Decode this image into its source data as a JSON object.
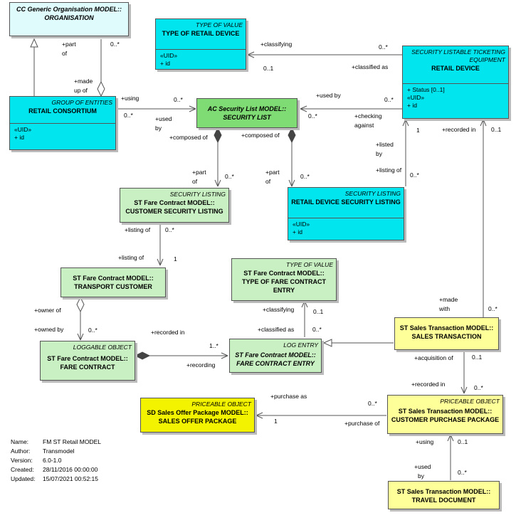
{
  "classes": {
    "organisation": {
      "stereotype": "",
      "name1": "CC Generic Organisation MODEL::",
      "name2": "ORGANISATION",
      "attrs": []
    },
    "retail_consortium": {
      "stereotype": "GROUP OF ENTITIES",
      "name1": "RETAIL CONSORTIUM",
      "name2": "",
      "attrs": [
        "«UID»",
        "+   id"
      ]
    },
    "type_of_retail_device": {
      "stereotype": "TYPE OF VALUE",
      "name1": "TYPE OF RETAIL DEVICE",
      "name2": "",
      "attrs": [
        "«UID»",
        "+   id"
      ]
    },
    "retail_device": {
      "stereotype": "SECURITY LISTABLE TICKETING EQUIPMENT",
      "name1": "RETAIL DEVICE",
      "name2": "",
      "attrs": [
        "+   Status [0..1]",
        "«UID»",
        "+   id"
      ]
    },
    "security_list": {
      "stereotype": "",
      "name1": "AC Security List MODEL::",
      "name2": "SECURITY LIST",
      "attrs": []
    },
    "customer_security_listing": {
      "stereotype": "SECURITY LISTING",
      "name1": "ST Fare Contract MODEL::",
      "name2": "CUSTOMER SECURITY LISTING",
      "attrs": []
    },
    "retail_device_security_listing": {
      "stereotype": "SECURITY LISTING",
      "name1": "RETAIL DEVICE SECURITY LISTING",
      "name2": "",
      "attrs": [
        "«UID»",
        "+   id"
      ]
    },
    "transport_customer": {
      "stereotype": "",
      "name1": "ST Fare Contract MODEL::",
      "name2": "TRANSPORT CUSTOMER",
      "attrs": []
    },
    "type_of_fare_contract_entry": {
      "stereotype": "TYPE OF VALUE",
      "name1": "ST Fare Contract MODEL::",
      "name2": "TYPE OF FARE CONTRACT ENTRY",
      "attrs": []
    },
    "fare_contract": {
      "stereotype": "LOGGABLE OBJECT",
      "name1": "ST Fare Contract MODEL::",
      "name2": "FARE CONTRACT",
      "attrs": []
    },
    "fare_contract_entry": {
      "stereotype": "LOG ENTRY",
      "name1": "ST Fare Contract MODEL::",
      "name2": "FARE CONTRACT ENTRY",
      "attrs": []
    },
    "sales_transaction": {
      "stereotype": "",
      "name1": "ST Sales Transaction MODEL::",
      "name2": "SALES TRANSACTION",
      "attrs": []
    },
    "sales_offer_package": {
      "stereotype": "PRICEABLE OBJECT",
      "name1": "SD Sales Offer Package MODEL::",
      "name2": "SALES OFFER PACKAGE",
      "attrs": []
    },
    "customer_purchase_package": {
      "stereotype": "PRICEABLE OBJECT",
      "name1": "ST Sales Transaction MODEL::",
      "name2": "CUSTOMER PURCHASE PACKAGE",
      "attrs": []
    },
    "travel_document": {
      "stereotype": "",
      "name1": "ST Sales Transaction MODEL::",
      "name2": "TRAVEL DOCUMENT",
      "attrs": []
    }
  },
  "labels": {
    "l01": "+part",
    "l02": "of",
    "l03": "0..*",
    "l04": "+made",
    "l05": "up of",
    "l06": "+classifying",
    "l07": "0..*",
    "l08": "0..1",
    "l09": "+classified as",
    "l10": "+using",
    "l11": "0..*",
    "l12": "0..*",
    "l13": "+used",
    "l14": "by",
    "l15": "+used by",
    "l16": "0..*",
    "l17": "0..*",
    "l18": "+checking",
    "l19": "against",
    "l20": "1",
    "l21": "+recorded in",
    "l22": "0..1",
    "l23": "+composed of",
    "l24": "+composed of",
    "l25": "+listed",
    "l26": "by",
    "l27": "+listing of",
    "l28": "0..*",
    "l29": "+part",
    "l30": "of",
    "l31": "0..*",
    "l32": "+part",
    "l33": "of",
    "l34": "0..*",
    "l35": "+listing of",
    "l36": "0..*",
    "l37": "+listing of",
    "l38": "1",
    "l39": "+classifying",
    "l40": "0..1",
    "l41": "+classified as",
    "l42": "0..*",
    "l43": "+made",
    "l44": "with",
    "l45": "0..*",
    "l46": "+owner of",
    "l47": "+owned by",
    "l48": "0..*",
    "l49": "+recorded in",
    "l50": "1..*",
    "l51": "+recording",
    "l52": "+acquisition of",
    "l53": "0..1",
    "l54": "+recorded in",
    "l55": "0..*",
    "l56": "+purchase as",
    "l57": "0..*",
    "l58": "1",
    "l59": "+purchase of",
    "l60": "+using",
    "l61": "0..1",
    "l62": "+used",
    "l63": "by",
    "l64": "0..*"
  },
  "info": {
    "rows": [
      {
        "key": "Name:",
        "value": "FM ST Retail MODEL"
      },
      {
        "key": "Author:",
        "value": "Transmodel"
      },
      {
        "key": "Version:",
        "value": "6.0-1.0"
      },
      {
        "key": "Created:",
        "value": "28/11/2016 00:00:00"
      },
      {
        "key": "Updated:",
        "value": "15/07/2021 00:52:15"
      }
    ]
  }
}
